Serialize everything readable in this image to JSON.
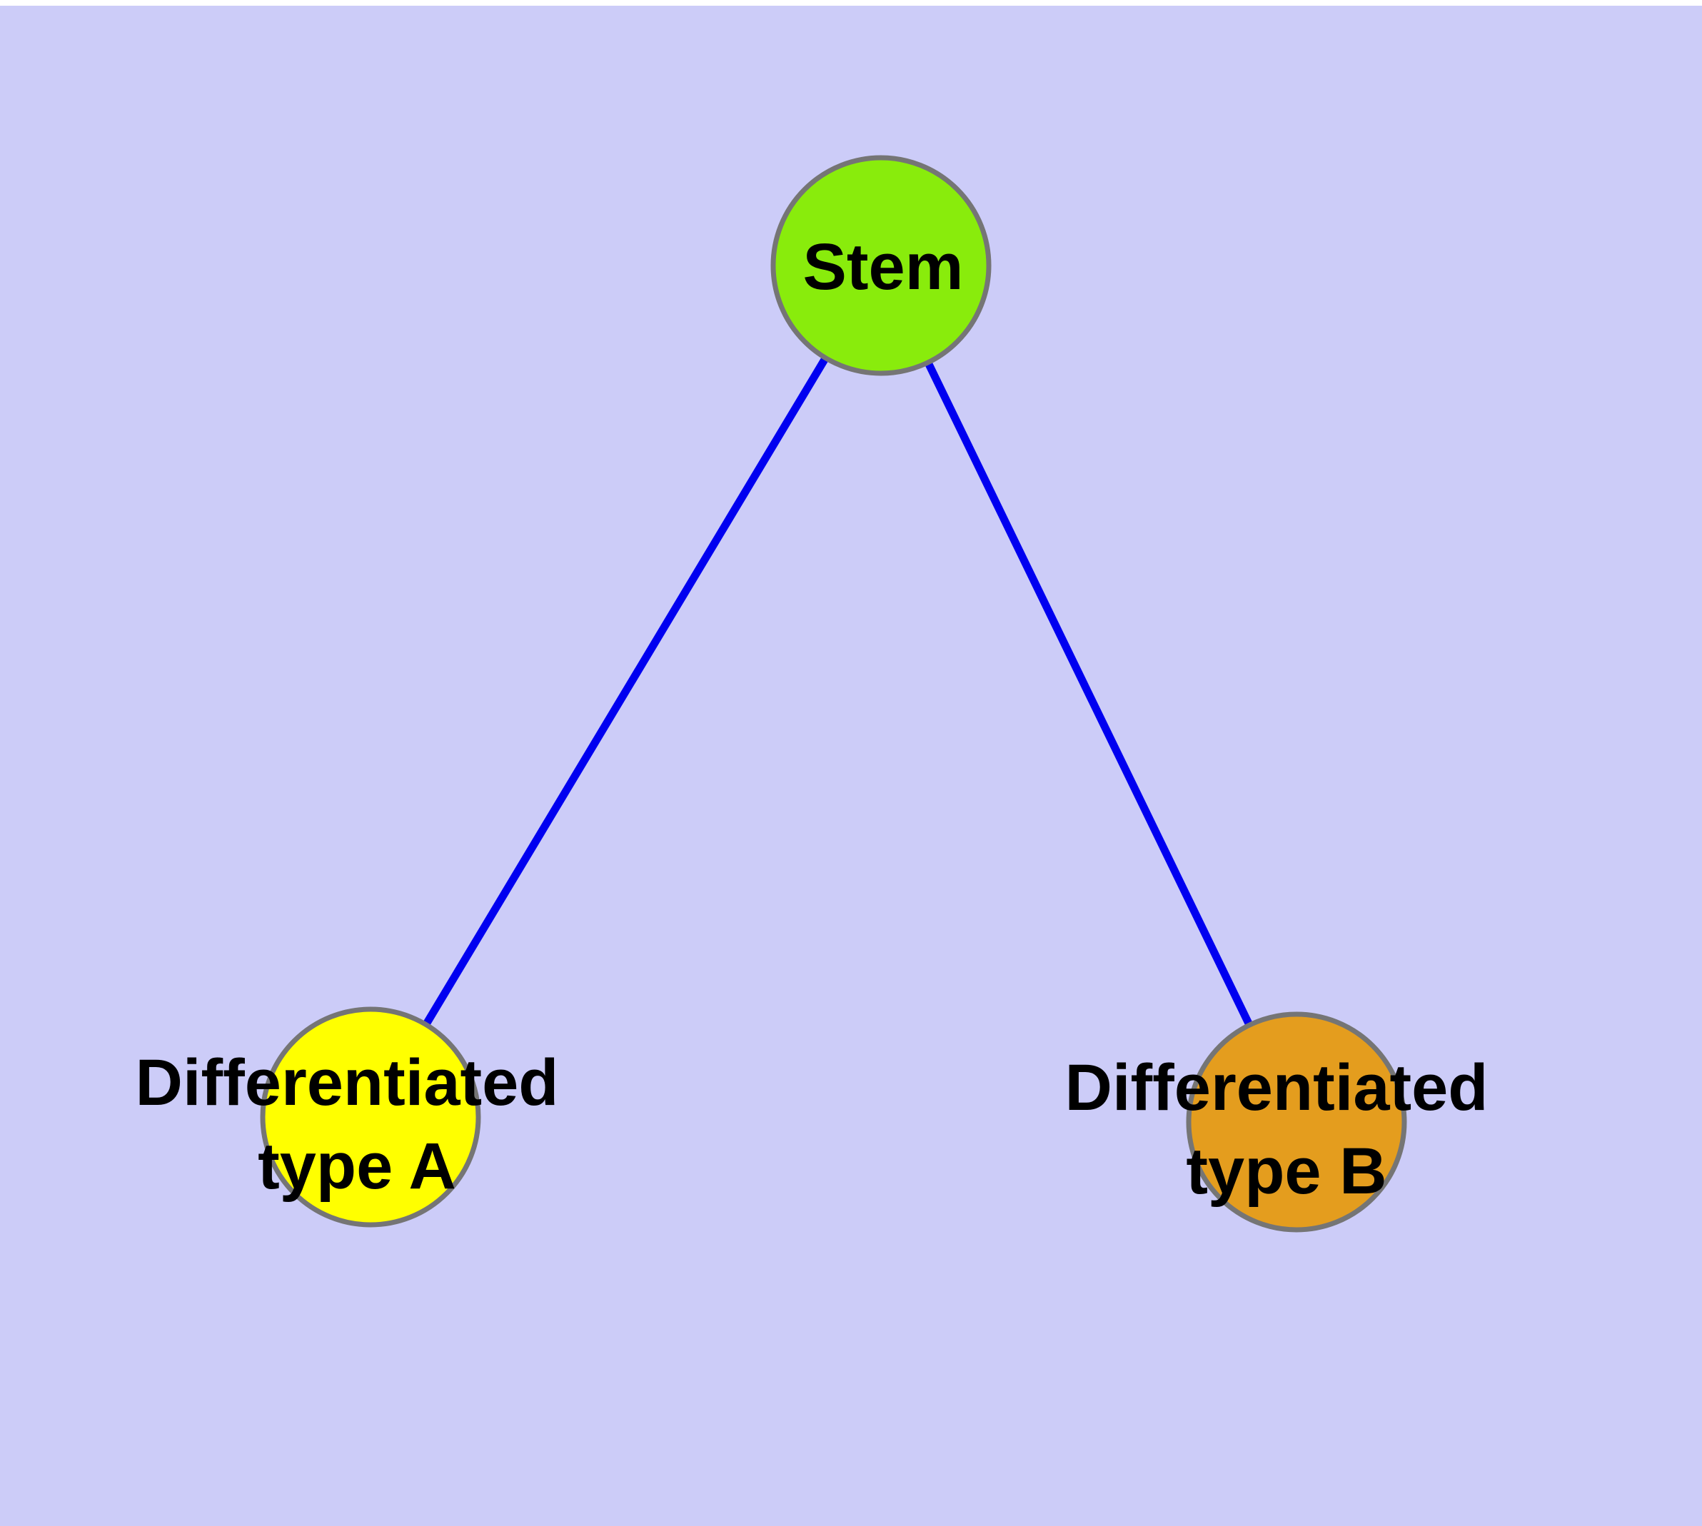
{
  "canvas": {
    "background_color": "#CCCCF8",
    "top_margin_color": "#FFFFFF"
  },
  "edges": {
    "color": "#0000F0",
    "items": [
      {
        "from": "stem",
        "to": "type_a"
      },
      {
        "from": "stem",
        "to": "type_b"
      }
    ]
  },
  "labels": {
    "color": "#000000"
  },
  "nodes": {
    "stem": {
      "label": "Stem",
      "fill_color": "#89EC0C",
      "border_color": "#757575"
    },
    "type_a": {
      "label_line1": "Differentiated",
      "label_line2": "type A",
      "fill_color": "#FFFF00",
      "border_color": "#757575"
    },
    "type_b": {
      "label_line1": "Differentiated",
      "label_line2": "type B",
      "fill_color": "#E49D1E",
      "border_color": "#757575"
    }
  }
}
